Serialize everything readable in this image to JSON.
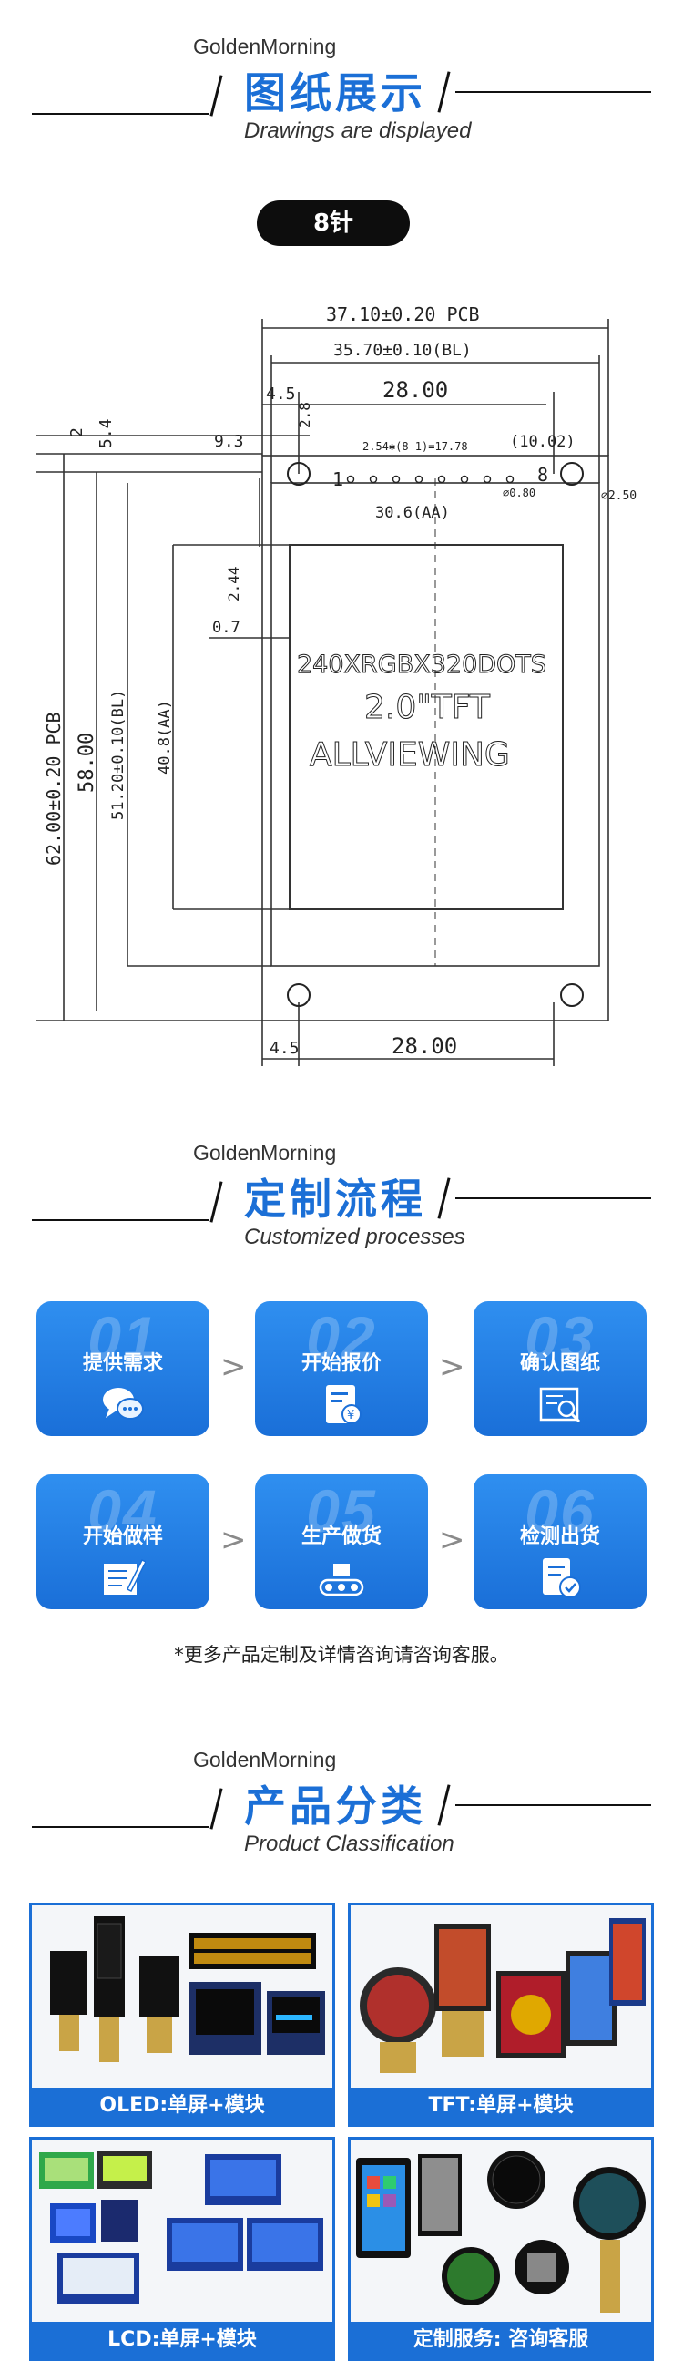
{
  "sections": {
    "drawings": {
      "brand": "GoldenMorning",
      "title": "图纸展示",
      "subtitle": "Drawings are displayed"
    },
    "process": {
      "brand": "GoldenMorning",
      "title": "定制流程",
      "subtitle": "Customized processes"
    },
    "products": {
      "brand": "GoldenMorning",
      "title": "产品分类",
      "subtitle": "Product Classification"
    }
  },
  "pin_badge": "8针",
  "drawing": {
    "dim_pcb_width": "37.10±0.20 PCB",
    "dim_bl_width": "35.70±0.10(BL)",
    "dim_4_5_top": "4.5",
    "dim_28_top": "28.00",
    "dim_2": "2",
    "dim_5_4": "5.4",
    "dim_2_8": "2.8",
    "dim_9_3": "9.3",
    "dim_pins": "2.54✱(8-1)=17.78",
    "dim_10_02": "(10.02)",
    "dim_d2_50": "⌀2.50",
    "dim_d0_80": "⌀0.80",
    "pin_1": "1",
    "pin_8": "8",
    "dim_aa_width": "30.6(AA)",
    "dim_2_44": "2.44",
    "dim_0_7": "0.7",
    "dim_pcb_height": "62.00±0.20 PCB",
    "dim_58": "58.00",
    "dim_bl_height": "51.20±0.10(BL)",
    "dim_aa_height": "40.8(AA)",
    "dim_4_5_bottom": "4.5",
    "dim_28_bottom": "28.00",
    "lcd_line1": "240XRGBX320DOTS",
    "lcd_line2": "2.0\"TFT",
    "lcd_line3": "ALLVIEWING"
  },
  "process_steps": [
    {
      "num": "01",
      "label": "提供需求",
      "icon": "chat-bubbles-icon"
    },
    {
      "num": "02",
      "label": "开始报价",
      "icon": "quote-document-icon"
    },
    {
      "num": "03",
      "label": "确认图纸",
      "icon": "blueprint-check-icon"
    },
    {
      "num": "04",
      "label": "开始做样",
      "icon": "sample-drawing-icon"
    },
    {
      "num": "05",
      "label": "生产做货",
      "icon": "conveyor-icon"
    },
    {
      "num": "06",
      "label": "检测出货",
      "icon": "inspection-icon"
    }
  ],
  "arrow_glyph": ">",
  "process_note": "*更多产品定制及详情咨询请咨询客服。",
  "products": [
    {
      "caption": "OLED:单屏+模块"
    },
    {
      "caption": "TFT:单屏+模块"
    },
    {
      "caption": "LCD:单屏+模块"
    },
    {
      "caption": "定制服务: 咨询客服"
    }
  ],
  "colors": {
    "accent": "#1b6fd6",
    "card_top": "#2f8ff0",
    "card_bottom": "#1a6fd8",
    "badge": "#0d0d0d"
  }
}
